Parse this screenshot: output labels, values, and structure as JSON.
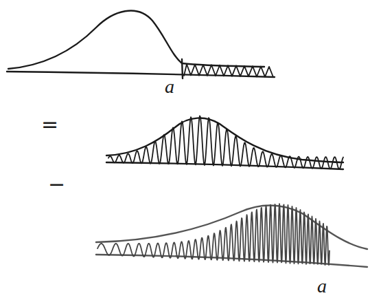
{
  "diagram": {
    "labels": [
      "a",
      "=",
      "−",
      "a"
    ]
  }
}
